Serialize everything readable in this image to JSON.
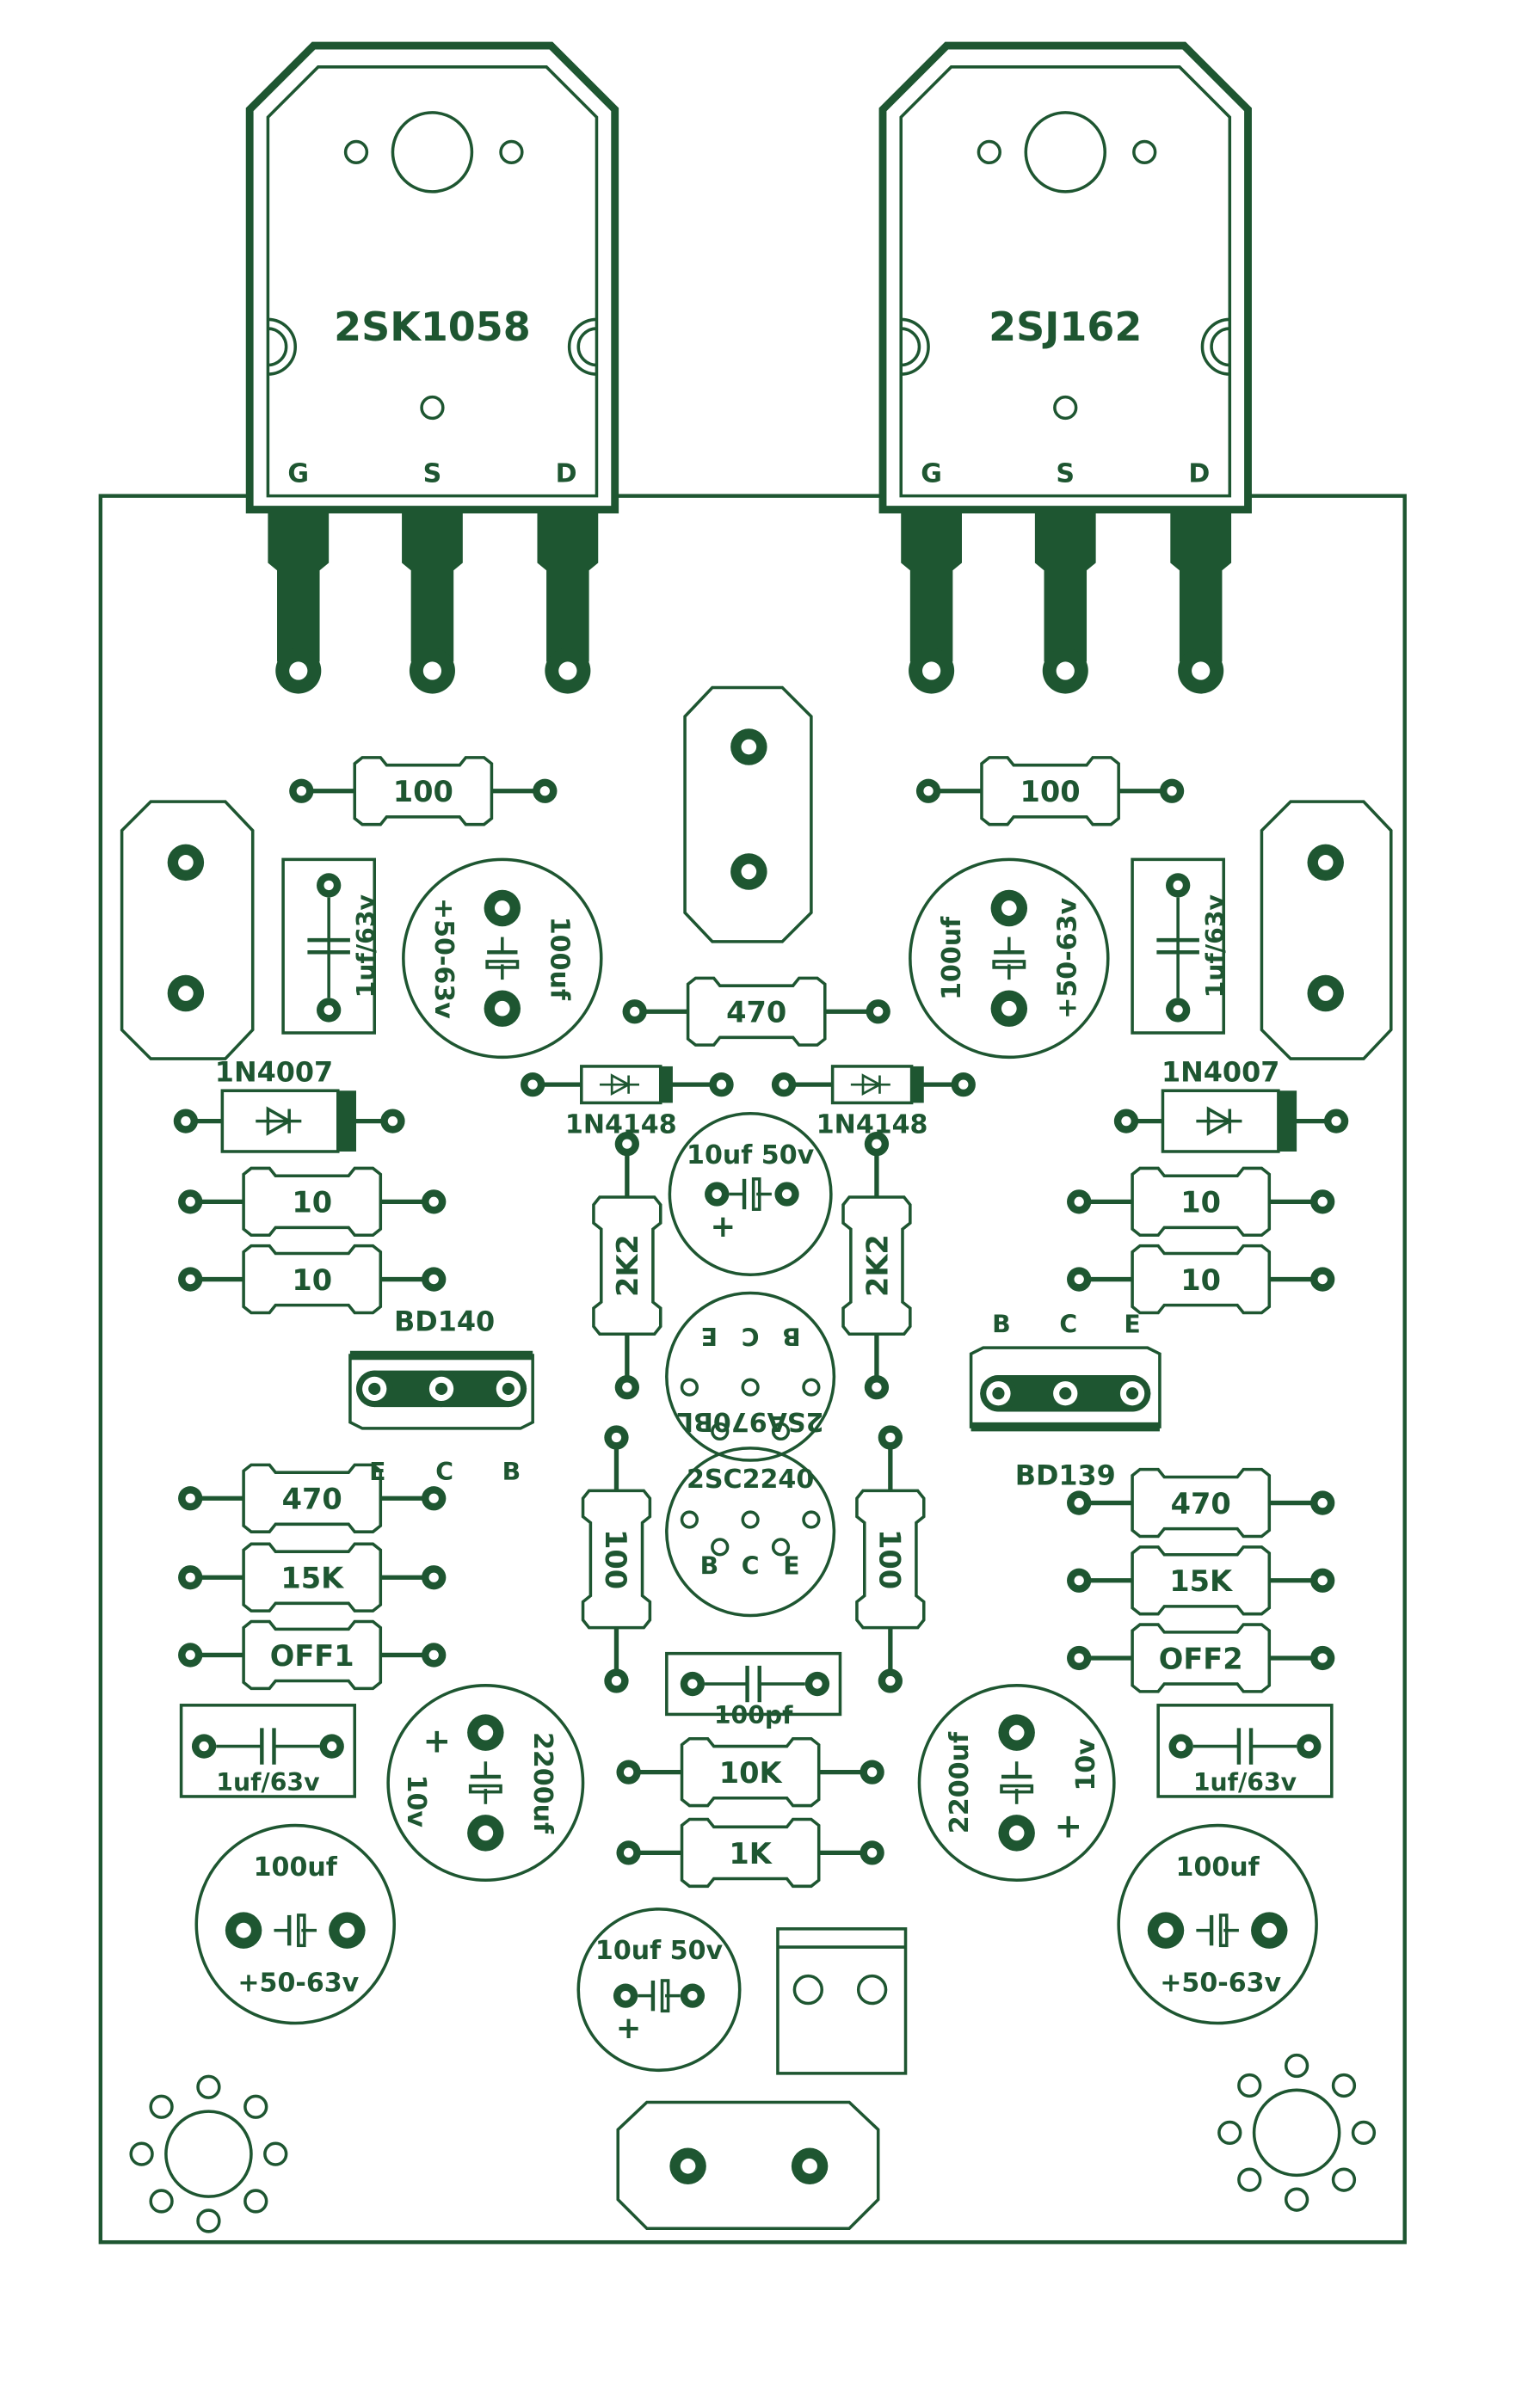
{
  "colors": {
    "ink": "#1e5631",
    "background": "#ffffff"
  },
  "mosfets": [
    {
      "part": "2SK1058",
      "pins": [
        "G",
        "S",
        "D"
      ]
    },
    {
      "part": "2SJ162",
      "pins": [
        "G",
        "S",
        "D"
      ]
    }
  ],
  "resistors": {
    "gate_left": "100",
    "gate_right": "100",
    "top_center": "470",
    "left_10a": "10",
    "left_10b": "10",
    "right_10a": "10",
    "right_10b": "10",
    "left_2k2": "2K2",
    "right_2k2": "2K2",
    "left_100v": "100",
    "right_100v": "100",
    "left_470": "470",
    "left_15k": "15K",
    "left_off": "OFF1",
    "right_470": "470",
    "right_15k": "15K",
    "right_off": "OFF2",
    "center_10k": "10K",
    "center_1k": "1K"
  },
  "diodes": {
    "left_1n4007": "1N4007",
    "right_1n4007": "1N4007",
    "left_1n4148": "1N4148",
    "right_1n4148": "1N4148"
  },
  "caps": {
    "top_left_film": "1uf/63v",
    "top_right_film": "1uf/63v",
    "top_left_elec_value": "100uf",
    "top_left_elec_voltage": "+50-63v",
    "top_right_elec_value": "100uf",
    "top_right_elec_voltage": "+50-63v",
    "center_elec": "10uf 50v",
    "center_elec_plus": "+",
    "ceramic": "100pf",
    "bottom_left_film": "1uf/63v",
    "bottom_right_film": "1uf/63v",
    "left_2200_value": "2200uf",
    "left_2200_voltage": "10v",
    "left_2200_plus": "+",
    "right_2200_value": "2200uf",
    "right_2200_voltage": "10v",
    "right_2200_plus": "+",
    "bottom_left_elec_value": "100uf",
    "bottom_left_elec_voltage": "+50-63v",
    "bottom_right_elec_value": "100uf",
    "bottom_right_elec_voltage": "+50-63v",
    "bottom_center_elec": "10uf 50v",
    "bottom_center_plus": "+"
  },
  "transistors": {
    "left_power": "BD140",
    "left_power_pins": [
      "E",
      "C",
      "B"
    ],
    "right_power": "BD139",
    "right_power_pins": [
      "B",
      "C",
      "E"
    ],
    "upper_pair": "2SA970BL",
    "upper_pair_pins": [
      "B",
      "C",
      "E"
    ],
    "lower_pair": "2SC2240",
    "lower_pair_pins": [
      "B",
      "C",
      "E"
    ]
  }
}
